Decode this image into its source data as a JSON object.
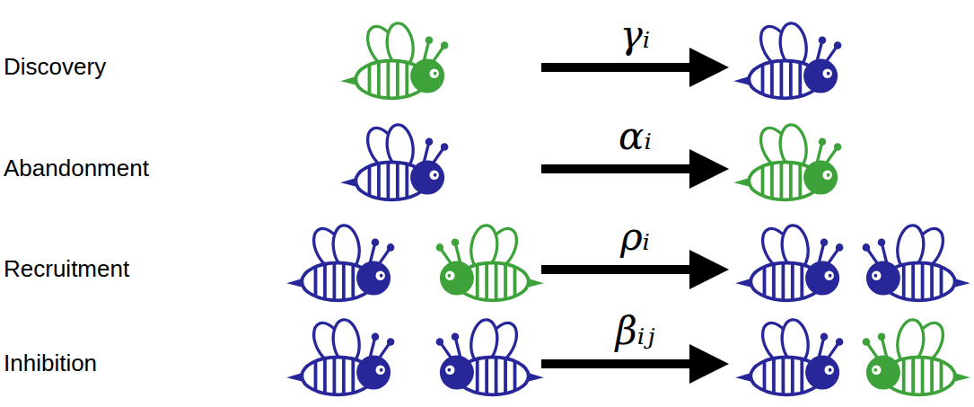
{
  "diagram": {
    "labels": [
      "Discovery",
      "Abandonment",
      "Recruitment",
      "Inhibition",
      "γᵢ",
      "αᵢ",
      "ρᵢ",
      "βᵢⱼ"
    ]
  }
}
